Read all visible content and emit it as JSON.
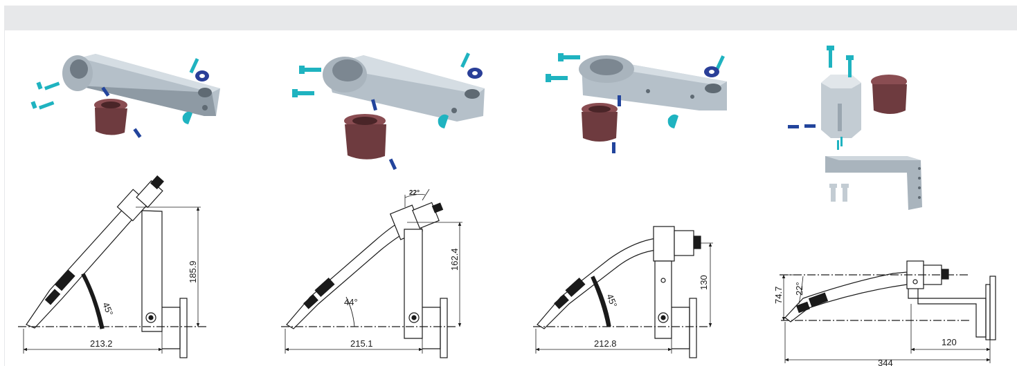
{
  "figures": [
    {
      "id": "1",
      "horizontal": "213.2",
      "vertical": "185.9",
      "angle": "45°"
    },
    {
      "id": "2",
      "horizontal": "215.1",
      "vertical": "162.4",
      "angle": "44°",
      "tilt": "22°"
    },
    {
      "id": "3",
      "horizontal": "212.8",
      "vertical": "130",
      "angle": "45°"
    },
    {
      "id": "4",
      "horizontal": "344",
      "offset": "120",
      "vertical": "74.7",
      "tilt": "22°"
    }
  ],
  "colors": {
    "header_band": "#e7e8ea",
    "metal": "#b5c0c9",
    "metal_dark": "#8e9aa4",
    "bushing": "#6e3b3f",
    "screw_cyan": "#1fb3c0",
    "pin_blue": "#22449c",
    "washer_blue": "#2a3f98",
    "line": "#1a1a1a"
  }
}
